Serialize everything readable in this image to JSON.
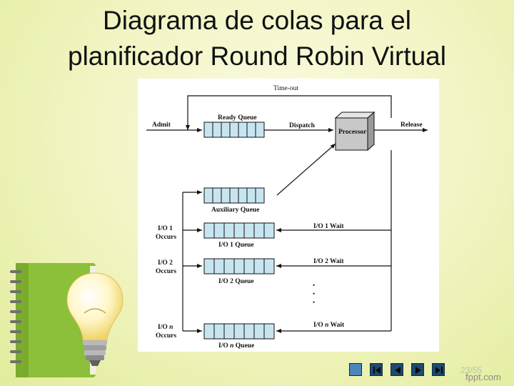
{
  "slide": {
    "title_line1": "Diagrama de colas para el",
    "title_line2": "planificador Round Robin Virtual"
  },
  "diagram": {
    "timeout_label": "Time-out",
    "admit_label": "Admit",
    "ready_queue_label": "Ready Queue",
    "dispatch_label": "Dispatch",
    "processor_label": "Processor",
    "release_label": "Release",
    "auxiliary_queue_label": "Auxiliary Queue",
    "io1_occurs_line1": "I/O 1",
    "io1_occurs_line2": "Occurs",
    "io1_wait_label": "I/O 1 Wait",
    "io1_queue_label": "I/O 1 Queue",
    "io2_occurs_line1": "I/O 2",
    "io2_occurs_line2": "Occurs",
    "io2_wait_label": "I/O 2 Wait",
    "io2_queue_label": "I/O 2 Queue",
    "ion_occurs_line1a": "I/O",
    "ion_occurs_line1b": "n",
    "ion_occurs_line2": "Occurs",
    "ion_wait_label_a": "I/O",
    "ion_wait_label_b": "n",
    "ion_wait_label_c": "Wait",
    "ion_queue_label_a": "I/O",
    "ion_queue_label_b": "n",
    "ion_queue_label_c": "Queue",
    "ellipsis_dot": "•"
  },
  "navigation": {
    "page_number": "23",
    "page_total": "/55",
    "watermark": "fppt.com"
  },
  "colors": {
    "queue_cell": "#c7e5f1",
    "processor": "#c8c8c8",
    "nav_button": "#1e4a6e",
    "notebook": "#8cbf3a"
  }
}
